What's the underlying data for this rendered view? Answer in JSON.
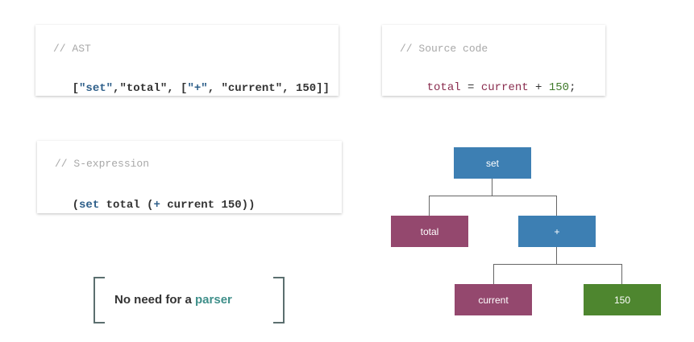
{
  "ast_card": {
    "comment": "// AST",
    "code": {
      "open": "[",
      "set": "\"set\"",
      "sep1": ",",
      "total": "\"total\"",
      "sep2": ", [",
      "plus": "\"+\"",
      "sep3": ", ",
      "current": "\"current\"",
      "sep4": ", ",
      "num": "150",
      "close": "]]"
    }
  },
  "source_card": {
    "comment": "// Source code",
    "code": {
      "total": "total",
      "eq": " = ",
      "current": "current",
      "plus": " + ",
      "num": "150",
      "semi": ";"
    }
  },
  "sexpr_card": {
    "comment": "// S-expression",
    "code": {
      "open": "(",
      "set": "set",
      "mid1": " total (",
      "plus": "+",
      "mid2": " current 150))"
    }
  },
  "tagline": {
    "prefix": "No need for a ",
    "highlight": "parser"
  },
  "tree": {
    "root": "set",
    "left": "total",
    "right": "+",
    "right_left": "current",
    "right_right": "150"
  },
  "colors": {
    "blue_node": "#3d7fb3",
    "maroon_node": "#94486e",
    "green_node": "#4e862f",
    "accent": "#3f8f8a"
  }
}
